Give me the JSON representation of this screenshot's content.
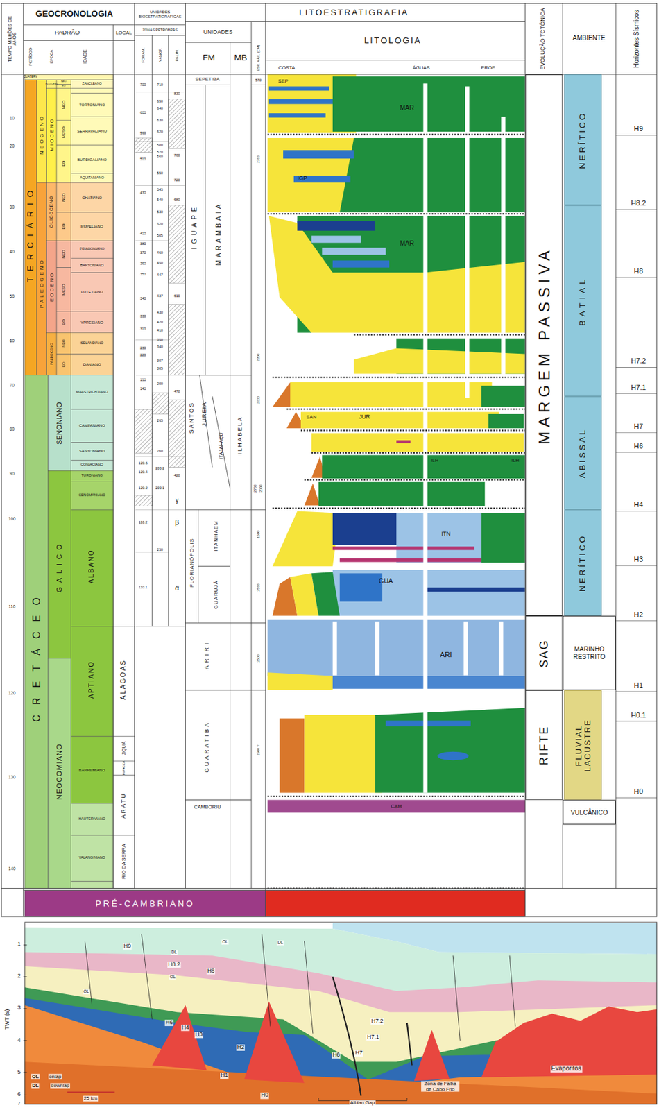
{
  "diagram": {
    "nodes": [
      {
        "text": [
          "MARGEM PASSIVA"
        ]
      },
      {
        "text": [
          "SAG"
        ]
      },
      {
        "text": [
          "RIFTE"
        ]
      },
      {
        "text": [
          "NERÍTICO"
        ]
      },
      {
        "text": [
          "BATIAL"
        ]
      },
      {
        "text": [
          "ABISSAL"
        ]
      },
      {
        "text": [
          "NERÍTICO"
        ]
      },
      {
        "text": [
          "MARINHO RESTRITO"
        ]
      },
      {
        "text": [
          "FLUVIAL LACUSTRE"
        ]
      },
      {
        "text": [
          "VULCÂNICO"
        ]
      }
    ],
    "labels": [
      "TEMPO MILHÕES DE ANOS",
      "GEOCRONOLOGIA",
      "PADRÃO",
      "LOCAL",
      "PERÍODO",
      "ÉPOCA",
      "IDADE",
      "UNIDADES BIOESTRATIGRÁFICAS",
      "ZONAS PETROBRÁS",
      "FORAM.",
      "NANOF.",
      "PALIN.",
      "LITOESTRATIGRAFIA",
      "UNIDADES",
      "FM",
      "MB",
      "ESP. MÁX. (CM)",
      "LITOLOGIA",
      "COSTA",
      "ÁGUAS",
      "PROF.",
      "EVOLUÇÃO TCTÔNICA",
      "AMBIENTE",
      "Horizontes Sísmicos",
      "10",
      "20",
      "30",
      "40",
      "50",
      "60",
      "70",
      "80",
      "90",
      "100",
      "110",
      "120",
      "130",
      "140",
      "QUATERN",
      "TERCIÁRIO",
      "NEOGENO",
      "PALEOGENO",
      "PLIO-CENO",
      "NEO",
      "EO",
      "MIOCENO",
      "NEO",
      "MESO",
      "EO",
      "OLIGOCENO",
      "NEO",
      "EO",
      "EOCENO",
      "NEO",
      "MESO",
      "EO",
      "PALEOCENO",
      "NEO",
      "EO",
      "ZANCLEANO",
      "TORTONIANO",
      "SERRAVALIANO",
      "BURDIGALIANO",
      "AQUITANIANO",
      "CHATIANO",
      "RUPELIANO",
      "PRIABONIANO",
      "BARTONIANO",
      "LUTETIANO",
      "YPRESIANO",
      "SELANDIANO",
      "DANIANO",
      "CRETÁCEO",
      "SENONIANO",
      "GALICO",
      "NEOCOMIANO",
      "MAASTRICHTIANO",
      "CAMPANIANO",
      "SANTONIANO",
      "CONIACIANO",
      "TURONIANO",
      "CENOMANIANO",
      "ALBANO",
      "APTIANO",
      "BARREMIANO",
      "HAUTERIVIANO",
      "VALANGINIANO",
      "ALAGOAS",
      "JIQUIÁ",
      "BURACICA",
      "ARATU",
      "RIO DA SERRA",
      "PRÉ-CAMBRIANO",
      "700",
      "600",
      "560",
      "510",
      "430",
      "410",
      "380",
      "370",
      "360",
      "350",
      "340",
      "330",
      "310",
      "230",
      "220",
      "150",
      "140",
      "120.6",
      "120.4",
      "120.2",
      "110.2",
      "110.1",
      "710",
      "650",
      "640",
      "630",
      "620",
      "500",
      "570",
      "560",
      "550",
      "545",
      "540",
      "530",
      "520",
      "505",
      "460",
      "450",
      "447",
      "437",
      "430",
      "420",
      "410",
      "350",
      "340",
      "307",
      "305",
      "200",
      "265",
      "260",
      "200.2",
      "200.1",
      "250",
      "830",
      "760",
      "720",
      "680",
      "610",
      "470",
      "420",
      "γ",
      "β",
      "α",
      "SEPETIBA",
      "IGUAPE",
      "MARAMBAIA",
      "SANTOS",
      "JUREIA",
      "ITAJAÍ-AÇU",
      "ILHABELA",
      "FLORIANÓPOLIS",
      "ITANHAEM",
      "GUARUJÁ",
      "ARIRI",
      "GUARATIBA",
      "CAMBORIU",
      "570",
      "2700",
      "2200",
      "2000",
      "2700",
      "2000",
      "1500",
      "2500",
      "2500",
      "1500 ?",
      "SEP",
      "MAR",
      "IGP",
      "MAR",
      "SAN",
      "JUR",
      "ILH",
      "ILH",
      "ITN",
      "GUA",
      "ARI",
      "CAM",
      "H9",
      "H8.2",
      "H8",
      "H7.2",
      "H7.1",
      "H7",
      "H6",
      "H4",
      "H3",
      "H2",
      "H1",
      "H0.1",
      "H0",
      "TWT (s)",
      "1",
      "2",
      "3",
      "4",
      "5",
      "6",
      "7",
      "H9",
      "DL",
      "OL",
      "DL",
      "H8.2",
      "H8",
      "OL",
      "OL",
      "H6",
      "H4",
      "H3",
      "H2",
      "H1",
      "H0",
      "H6",
      "H7",
      "H7.1",
      "H7.2",
      "Evaporitos",
      "OL",
      "onlap",
      "DL",
      "downlap",
      "25 km",
      "Albian Gap",
      "Zona de Falha de Cabo Frio"
    ]
  }
}
